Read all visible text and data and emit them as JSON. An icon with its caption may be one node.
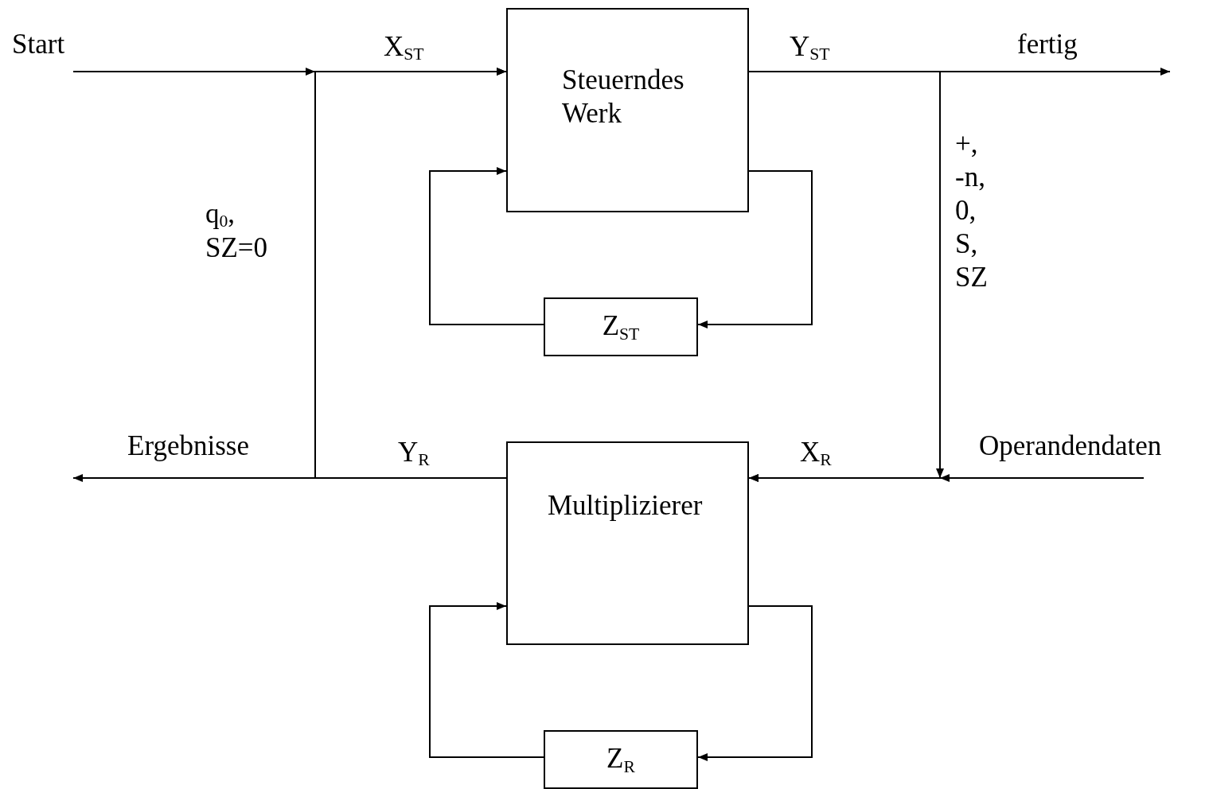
{
  "diagram": {
    "nodes": [
      {
        "text": [
          "Steuerndes Werk"
        ]
      },
      {
        "text": [
          "Z$_{ST}$"
        ]
      },
      {
        "text": [
          "Multiplizierer"
        ]
      },
      {
        "text": [
          "Z$_{R}$"
        ]
      }
    ],
    "edges": [
      {
        "from": null,
        "to": 0,
        "arrow": "to",
        "label": "X$_{ST}$"
      },
      {
        "from": 0,
        "to": null,
        "arrow": "to",
        "label": "Y$_{ST}$"
      },
      {
        "from": 0,
        "to": 2,
        "arrow": "to",
        "label": "+, -n, 0, S, SZ"
      },
      {
        "from": null,
        "to": 2,
        "arrow": "to",
        "label": "X$_{R}$"
      },
      {
        "from": 2,
        "to": null,
        "arrow": "to",
        "label": "Y$_{R}$"
      },
      {
        "from": 2,
        "to": 0,
        "arrow": "to",
        "label": "q$_{0}$, SZ=0"
      },
      {
        "from": 0,
        "to": 1,
        "arrow": "to"
      },
      {
        "from": 1,
        "to": 0,
        "arrow": "to"
      },
      {
        "from": 2,
        "to": 3,
        "arrow": "to"
      },
      {
        "from": 3,
        "to": 2,
        "arrow": "to"
      }
    ],
    "labels": [
      "Start",
      "fertig",
      "Ergebnisse",
      "Operandendaten"
    ]
  }
}
